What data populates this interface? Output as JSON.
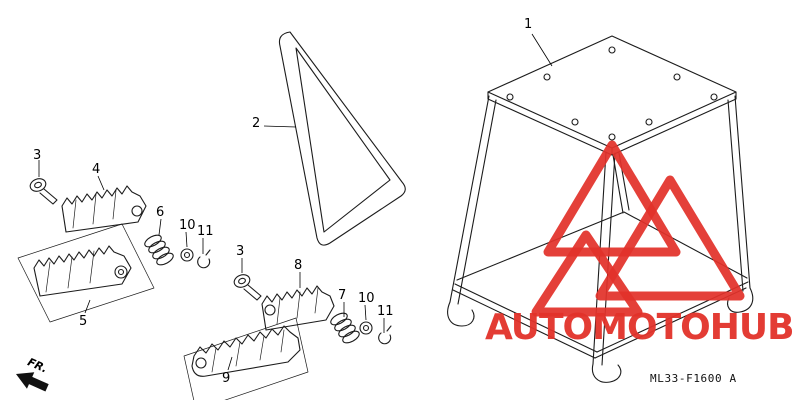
{
  "watermark": {
    "text": "AUTOMOTOHUB",
    "color": "#e2322a"
  },
  "footer": {
    "diagram_code": "ML33-F1600 A"
  },
  "orientation": {
    "front_label": "FR."
  },
  "labels": {
    "n1": "1",
    "n2": "2",
    "n3": "3",
    "n4": "4",
    "n5": "5",
    "n6": "6",
    "n7": "7",
    "n8": "8",
    "n9": "9",
    "n10": "10",
    "n11": "11"
  }
}
